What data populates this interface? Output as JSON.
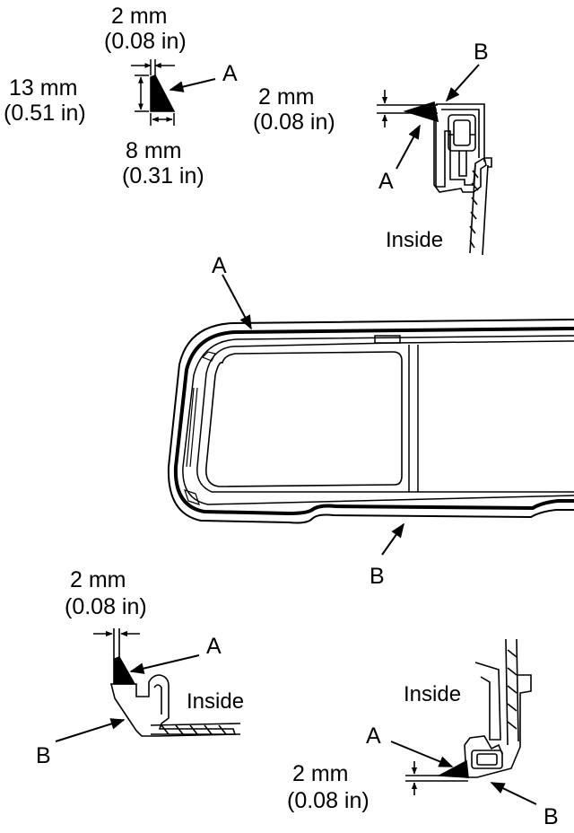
{
  "callouts": {
    "a": "A",
    "b": "B",
    "inside": "Inside"
  },
  "dimensions": {
    "gap_mm": "2 mm",
    "gap_in": "(0.08 in)",
    "height_mm": "13 mm",
    "height_in": "(0.51 in)",
    "base_mm": "8 mm",
    "base_in": "(0.31 in)"
  },
  "colors": {
    "ink": "#000000",
    "paper": "#ffffff"
  }
}
